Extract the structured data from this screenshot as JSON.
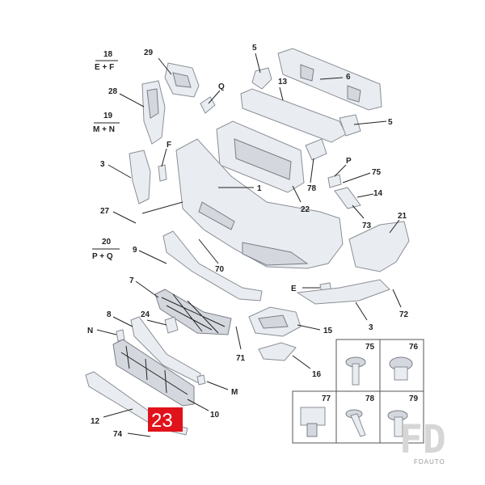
{
  "labels": {
    "l18": "18",
    "l18s": "E + F",
    "l29": "29",
    "l28": "28",
    "l19": "19",
    "l19s": "M + N",
    "l3a": "3",
    "lF": "F",
    "l27": "27",
    "l20": "20",
    "l20s": "P + Q",
    "l9": "9",
    "l7": "7",
    "l8": "8",
    "lN": "N",
    "l24": "24",
    "l12": "12",
    "l74": "74",
    "l5a": "5",
    "l6": "6",
    "l13": "13",
    "lQ": "Q",
    "l5b": "5",
    "l1": "1",
    "l78a": "78",
    "l22": "22",
    "lP": "P",
    "l75a": "75",
    "l14": "14",
    "l73": "73",
    "l21": "21",
    "l70": "70",
    "lE": "E",
    "l72": "72",
    "l3b": "3",
    "l15": "15",
    "l71": "71",
    "l16": "16",
    "lM": "M",
    "l10": "10"
  },
  "grid": {
    "c75": "75",
    "c76": "76",
    "c77": "77",
    "c78": "78",
    "c79": "79"
  },
  "callout": "23",
  "watermark": {
    "letters": "FD",
    "name": "FDAUTO"
  },
  "colors": {
    "callout": "#e0121b",
    "line": "#222222",
    "part": "#e9ecf0"
  }
}
